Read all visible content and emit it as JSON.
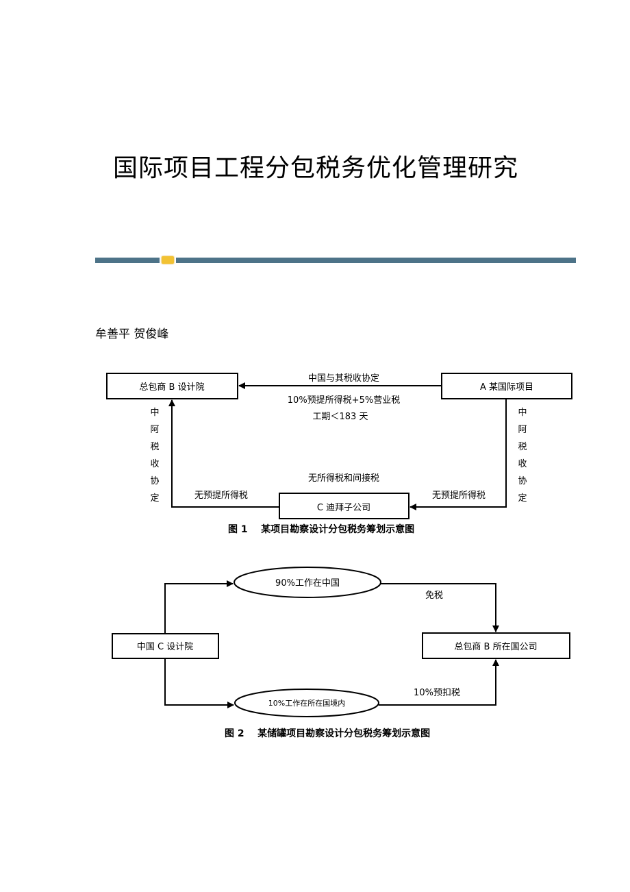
{
  "title": "国际项目工程分包税务优化管理研究",
  "authors": "牟善平  贺俊峰",
  "figure1": {
    "box_b": "总包商 B 设计院",
    "box_a": "A 某国际项目",
    "box_c": "C 迪拜子公司",
    "top_label": "中国与其税收协定",
    "mid_label1": "10%预提所得税+5%营业税",
    "mid_label2": "工期＜183 天",
    "bottom_label": "无所得税和间接税",
    "left_vertical": [
      "中",
      "阿",
      "税",
      "收",
      "协",
      "定"
    ],
    "right_vertical": [
      "中",
      "阿",
      "税",
      "收",
      "协",
      "定"
    ],
    "left_arrow_label": "无预提所得税",
    "right_arrow_label": "无预提所得税",
    "caption": "图 1    某项目勘察设计分包税务筹划示意图"
  },
  "figure2": {
    "box_c": "中国 C 设计院",
    "box_b": "总包商 B 所在国公司",
    "ellipse_top": "90%工作在中国",
    "ellipse_bottom": "10%工作在所在国境内",
    "top_label": "免税",
    "bottom_label": "10%预扣税",
    "caption": "图 2    某储罐项目勘察设计分包税务筹划示意图"
  }
}
